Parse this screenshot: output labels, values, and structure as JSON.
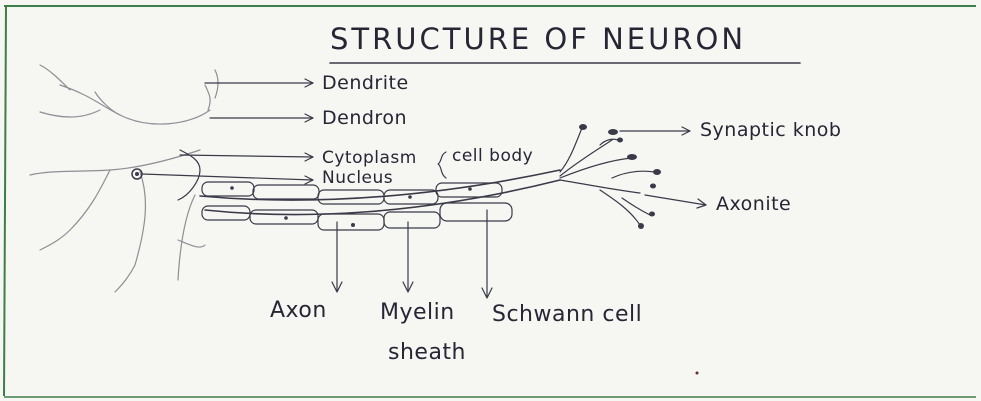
{
  "title": "STRUCTURE OF NEURON",
  "labels": {
    "dendrite": "Dendrite",
    "dendron": "Dendron",
    "cytoplasm": "Cytoplasm",
    "cell_body": "cell body",
    "nucleus": "Nucleus",
    "synaptic_knob": "Synaptic knob",
    "axonite": "Axonite",
    "axon": "Axon",
    "myelin_sheath_line1": "Myelin",
    "myelin_sheath_line2": "sheath",
    "schwann_cell": "Schwann cell"
  },
  "colors": {
    "paper": "#f6f6f3",
    "ink": "#3a3a48",
    "border_green": "#3f7d4a"
  }
}
